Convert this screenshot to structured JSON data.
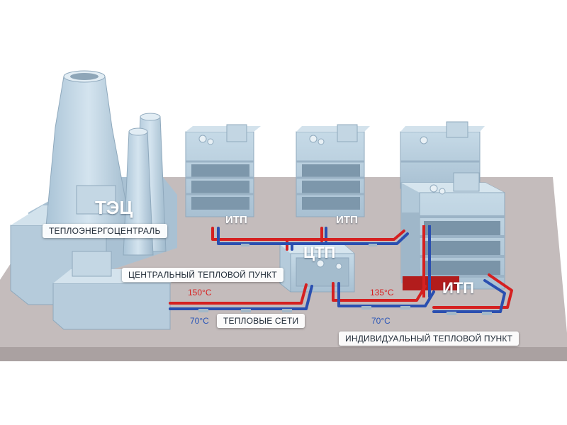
{
  "labels": {
    "tec_abbr": "ТЭЦ",
    "tec_full": "ТЕПЛОЭНЕРГОЦЕНТРАЛЬ",
    "ctp_abbr": "ЦТП",
    "ctp_full": "ЦЕНТРАЛЬНЫЙ ТЕПЛОВОЙ ПУНКТ",
    "itp_abbr": "ИТП",
    "itp_full": "ИНДИВИДУАЛЬНЫЙ ТЕПЛОВОЙ ПУНКТ",
    "networks": "ТЕПЛОВЫЕ СЕТИ"
  },
  "temps": {
    "supply_plant": "150°C",
    "return_plant": "70°C",
    "supply_itp": "135°C",
    "return_itp": "70°C"
  },
  "colors": {
    "ground": "#c4bcbc",
    "building": "#b9cfdd",
    "hot_pipe": "#d52020",
    "cold_pipe": "#2a4fb0"
  }
}
